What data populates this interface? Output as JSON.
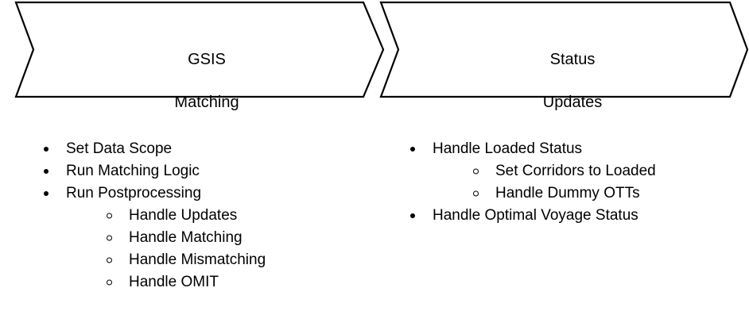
{
  "diagram": {
    "type": "chevron-process",
    "stages": [
      {
        "id": "gsis-matching",
        "title_line_1": "GSIS",
        "title_line_2": "Matching",
        "items": [
          {
            "level": 1,
            "bullet": "filled-disc-bullet",
            "label": "Set Data Scope"
          },
          {
            "level": 1,
            "bullet": "filled-disc-bullet",
            "label": "Run Matching Logic"
          },
          {
            "level": 1,
            "bullet": "filled-disc-bullet",
            "label": "Run Postprocessing"
          },
          {
            "level": 2,
            "bullet": "hollow-circle-bullet",
            "label": "Handle Updates"
          },
          {
            "level": 2,
            "bullet": "hollow-circle-bullet",
            "label": "Handle Matching"
          },
          {
            "level": 2,
            "bullet": "hollow-circle-bullet",
            "label": "Handle Mismatching"
          },
          {
            "level": 2,
            "bullet": "hollow-circle-bullet",
            "label": "Handle OMIT"
          }
        ]
      },
      {
        "id": "status-updates",
        "title_line_1": "Status",
        "title_line_2": "Updates",
        "items": [
          {
            "level": 1,
            "bullet": "filled-disc-bullet",
            "label": "Handle Loaded Status"
          },
          {
            "level": 2,
            "bullet": "hollow-circle-bullet",
            "label": "Set Corridors to Loaded"
          },
          {
            "level": 2,
            "bullet": "hollow-circle-bullet",
            "label": "Handle Dummy OTTs"
          },
          {
            "level": 1,
            "bullet": "filled-disc-bullet",
            "label": "Handle Optimal Voyage Status"
          }
        ]
      }
    ]
  },
  "colors": {
    "background": "#ffffff",
    "shape_fill": "#ffffff",
    "shape_stroke": "#000000",
    "text": "#000000"
  }
}
